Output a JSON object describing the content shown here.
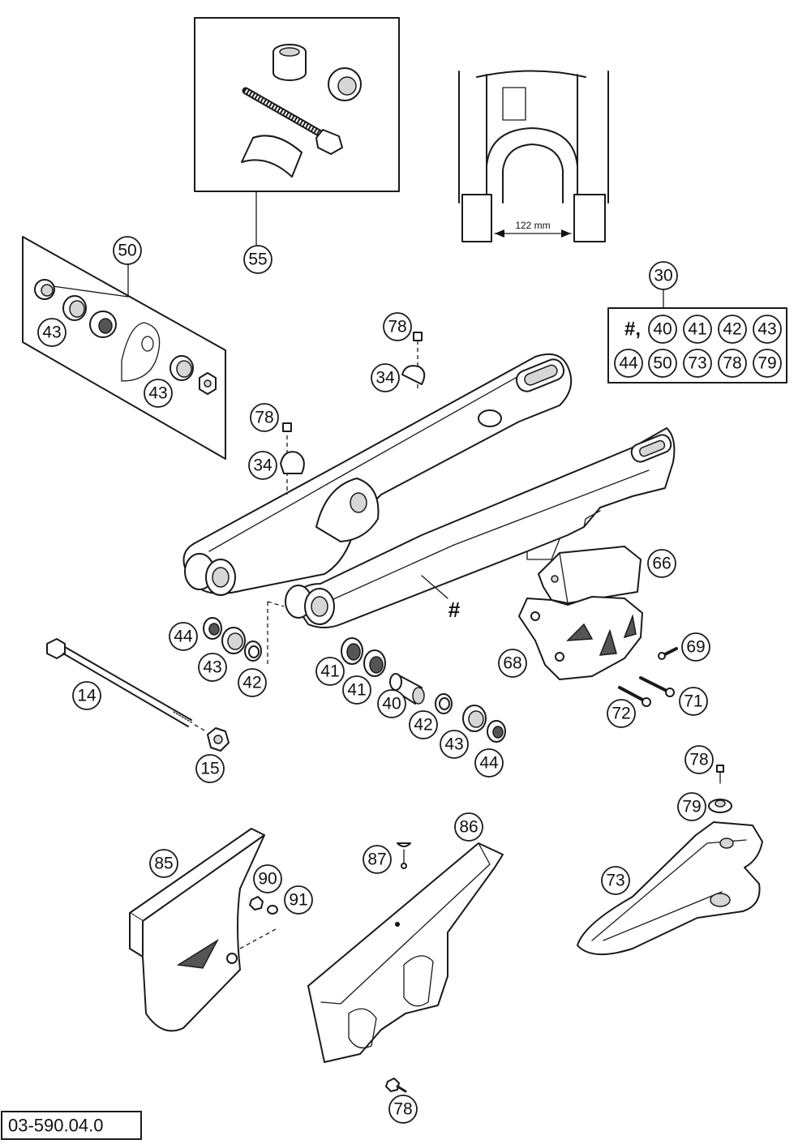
{
  "diagram": {
    "reference_code": "03-590.04.0",
    "dimension_label": "122 mm",
    "hash_symbol": "#",
    "kit_lines": [
      [
        "#,",
        "40",
        "41",
        "42",
        "43"
      ],
      [
        "44",
        "50",
        "73",
        "78",
        "79"
      ]
    ],
    "callouts": {
      "c55": "55",
      "c50": "50",
      "c43a": "43",
      "c43b": "43",
      "c30": "30",
      "c78a": "78",
      "c34a": "34",
      "c78b": "78",
      "c34b": "34",
      "c66": "66",
      "c68": "68",
      "c69": "69",
      "c71": "71",
      "c72": "72",
      "c44a": "44",
      "c43c": "43",
      "c42a": "42",
      "c14": "14",
      "c15": "15",
      "c41a": "41",
      "c41b": "41",
      "c40": "40",
      "c42b": "42",
      "c43d": "43",
      "c44b": "44",
      "c78c": "78",
      "c79": "79",
      "c73": "73",
      "c85": "85",
      "c90": "90",
      "c91": "91",
      "c86": "86",
      "c87": "87",
      "c78d": "78"
    }
  }
}
